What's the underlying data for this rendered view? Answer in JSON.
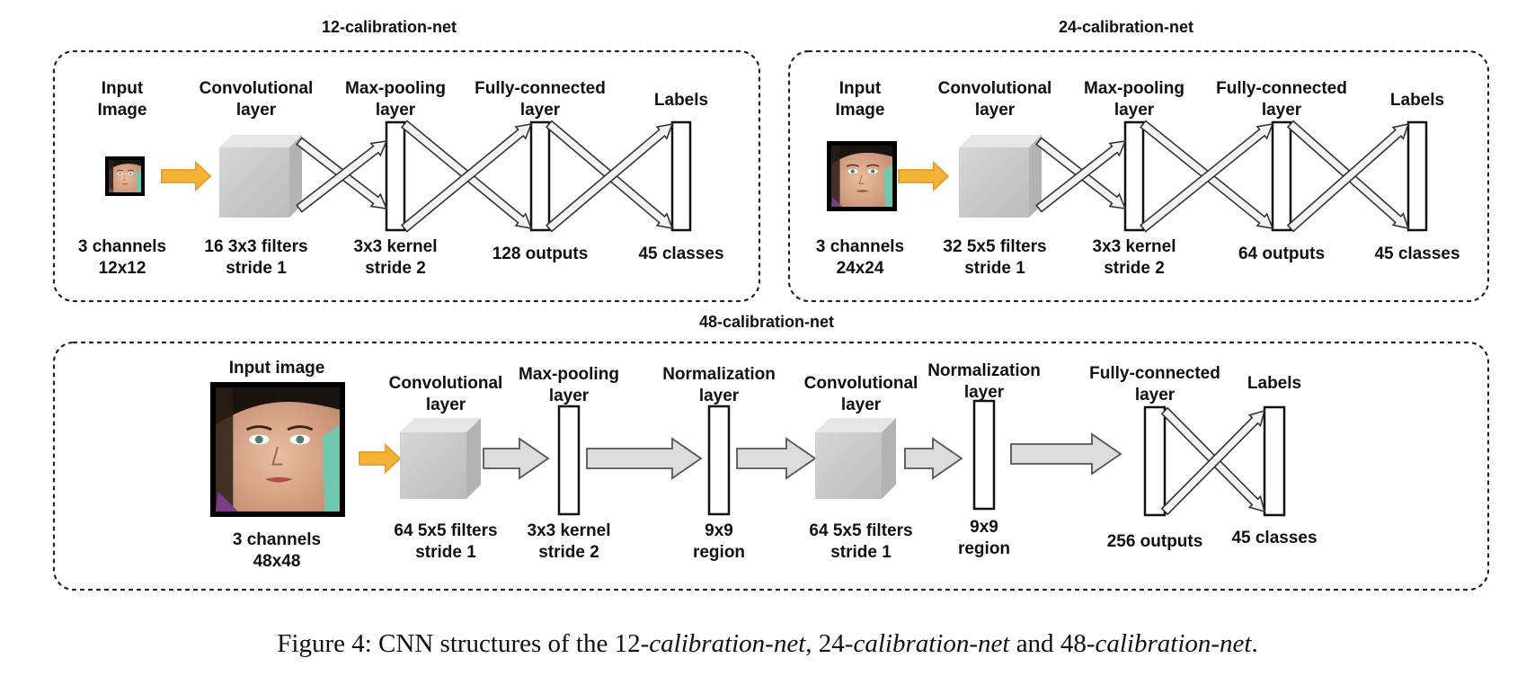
{
  "nets": [
    {
      "title": "12-calibration-net",
      "input": {
        "head": [
          "Input",
          "Image"
        ],
        "foot": [
          "3 channels",
          "12x12"
        ]
      },
      "conv": {
        "head": [
          "Convolutional",
          "layer"
        ],
        "foot": [
          "16 3x3 filters",
          "stride 1"
        ]
      },
      "pool": {
        "head": [
          "Max-pooling",
          "layer"
        ],
        "foot": [
          "3x3 kernel",
          "stride 2"
        ]
      },
      "fc": {
        "head": [
          "Fully-connected",
          "layer"
        ],
        "foot": [
          "128 outputs"
        ]
      },
      "labels": {
        "head": [
          "Labels"
        ],
        "foot": [
          "45 classes"
        ]
      }
    },
    {
      "title": "24-calibration-net",
      "input": {
        "head": [
          "Input",
          "Image"
        ],
        "foot": [
          "3 channels",
          "24x24"
        ]
      },
      "conv": {
        "head": [
          "Convolutional",
          "layer"
        ],
        "foot": [
          "32 5x5 filters",
          "stride 1"
        ]
      },
      "pool": {
        "head": [
          "Max-pooling",
          "layer"
        ],
        "foot": [
          "3x3 kernel",
          "stride 2"
        ]
      },
      "fc": {
        "head": [
          "Fully-connected",
          "layer"
        ],
        "foot": [
          "64 outputs"
        ]
      },
      "labels": {
        "head": [
          "Labels"
        ],
        "foot": [
          "45 classes"
        ]
      }
    },
    {
      "title": "48-calibration-net",
      "input": {
        "head": [
          "Input image"
        ],
        "foot": [
          "3 channels",
          "48x48"
        ]
      },
      "conv1": {
        "head": [
          "Convolutional",
          "layer"
        ],
        "foot": [
          "64 5x5 filters",
          "stride 1"
        ]
      },
      "pool": {
        "head": [
          "Max-pooling",
          "layer"
        ],
        "foot": [
          "3x3 kernel",
          "stride 2"
        ]
      },
      "norm1": {
        "head": [
          "Normalization",
          "layer"
        ],
        "foot": [
          "9x9",
          "region"
        ]
      },
      "conv2": {
        "head": [
          "Convolutional",
          "layer"
        ],
        "foot": [
          "64 5x5 filters",
          "stride 1"
        ]
      },
      "norm2": {
        "head": [
          "Normalization",
          "layer"
        ],
        "foot": [
          "9x9",
          "region"
        ]
      },
      "fc": {
        "head": [
          "Fully-connected",
          "layer"
        ],
        "foot": [
          "256 outputs"
        ]
      },
      "labels": {
        "head": [
          "Labels"
        ],
        "foot": [
          "45 classes"
        ]
      }
    }
  ],
  "caption": {
    "prefix": "Figure 4: CNN structures of the ",
    "n1": "12-",
    "name1": "calibration-net",
    "sep1": ", ",
    "n2": "24-",
    "name2": "calibration-net",
    "sep2": " and ",
    "n3": "48-",
    "name3": "calibration-net",
    "suffix": "."
  },
  "colors": {
    "input_arrow": "#f5b335",
    "conv_block": "#c9c9c9",
    "flow_arrow": "#dcdcdc",
    "skin": "#e6a98a",
    "hair": "#1a1410",
    "background_teal": "#6fc7ae"
  }
}
